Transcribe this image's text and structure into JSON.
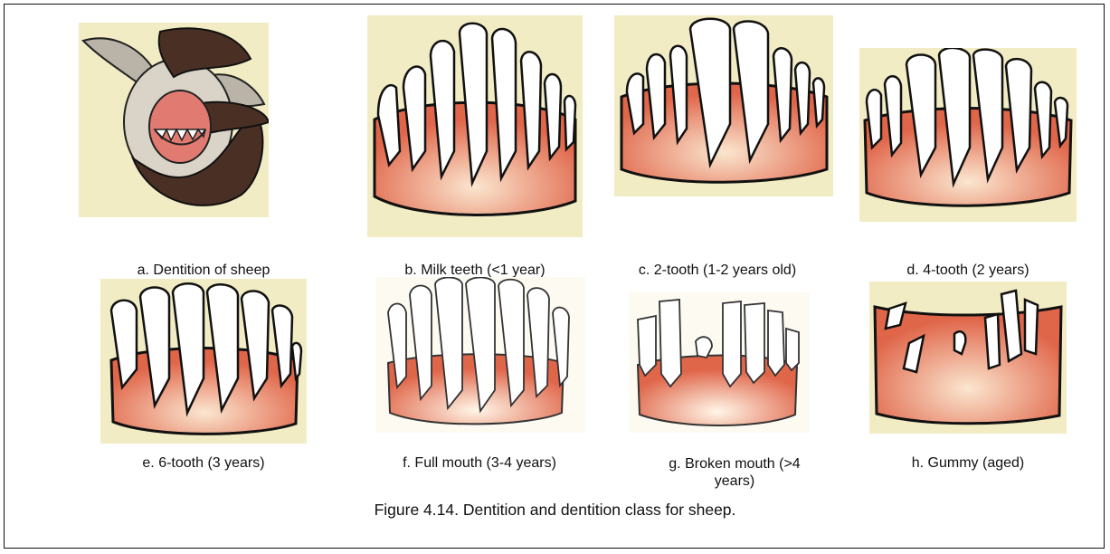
{
  "figure": {
    "caption": "Figure 4.14. Dentition and dentition class for sheep."
  },
  "panels": [
    {
      "label": "a. Dentition of sheep"
    },
    {
      "label": "b. Milk teeth (<1 year)"
    },
    {
      "label": "c. 2-tooth (1-2 years old)"
    },
    {
      "label": "d. 4-tooth (2 years)"
    },
    {
      "label": "e. 6-tooth (3 years)"
    },
    {
      "label": "f. Full mouth (3-4 years)"
    },
    {
      "label": "g. Broken mouth (>4 years)"
    },
    {
      "label": "h. Gummy (aged)"
    }
  ],
  "colors": {
    "background_panel": "#f2ecc4",
    "gum": "#e0664a",
    "gum_light": "#fbe6cf",
    "tooth": "#ffffff",
    "outline": "#111111",
    "hand": "#4a2f24"
  }
}
